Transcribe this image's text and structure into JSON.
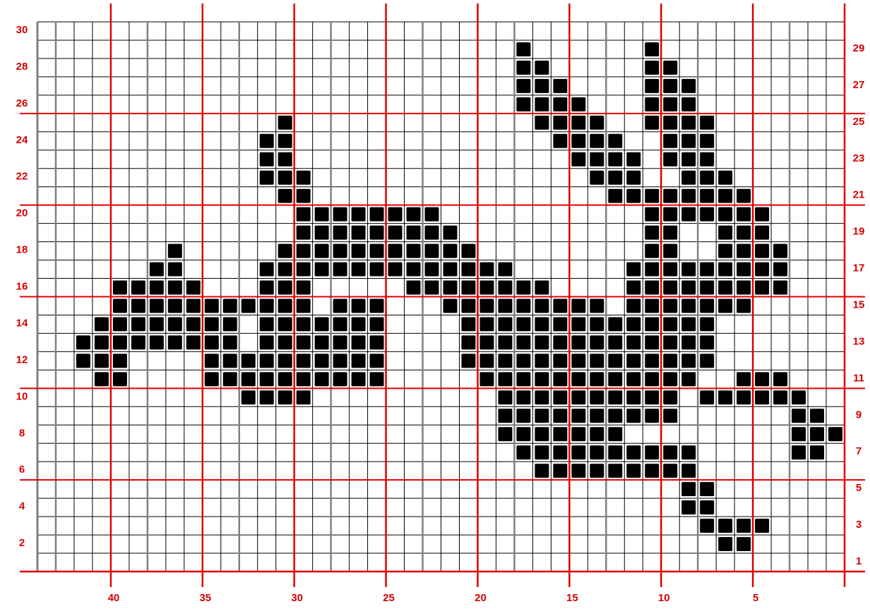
{
  "colors": {
    "grid_fine": "#000000",
    "grid_mid": "#808080",
    "grid_major": "#e00000",
    "label": "#d40000",
    "stitch": "#000000",
    "background": "#ffffff"
  },
  "chart_data": {
    "type": "knitting-chart",
    "columns": 44,
    "rows": 30,
    "col_labels": [
      "40",
      "35",
      "30",
      "25",
      "20",
      "15",
      "10",
      "5"
    ],
    "col_label_values": [
      40,
      35,
      30,
      25,
      20,
      15,
      10,
      5
    ],
    "left_row_labels": [
      "30",
      "28",
      "26",
      "24",
      "22",
      "20",
      "18",
      "16",
      "14",
      "12",
      "10",
      "8",
      "6",
      "4",
      "2"
    ],
    "left_row_label_values": [
      30,
      28,
      26,
      24,
      22,
      20,
      18,
      16,
      14,
      12,
      10,
      8,
      6,
      4,
      2
    ],
    "right_row_labels": [
      "29",
      "27",
      "25",
      "23",
      "21",
      "19",
      "17",
      "15",
      "13",
      "11",
      "9",
      "7",
      "5",
      "3",
      "1"
    ],
    "right_row_label_values": [
      29,
      27,
      25,
      23,
      21,
      19,
      17,
      15,
      13,
      11,
      9,
      7,
      5,
      3,
      1
    ],
    "filled_rows": [
      {
        "row": 29,
        "cols": [
          [
            18,
            18
          ],
          [
            11,
            11
          ]
        ]
      },
      {
        "row": 28,
        "cols": [
          [
            17,
            18
          ],
          [
            10,
            11
          ]
        ]
      },
      {
        "row": 27,
        "cols": [
          [
            16,
            18
          ],
          [
            9,
            11
          ]
        ]
      },
      {
        "row": 26,
        "cols": [
          [
            15,
            18
          ],
          [
            9,
            11
          ]
        ]
      },
      {
        "row": 25,
        "cols": [
          [
            31,
            31
          ],
          [
            14,
            17
          ],
          [
            8,
            11
          ]
        ]
      },
      {
        "row": 24,
        "cols": [
          [
            31,
            32
          ],
          [
            13,
            16
          ],
          [
            8,
            10
          ]
        ]
      },
      {
        "row": 23,
        "cols": [
          [
            31,
            32
          ],
          [
            12,
            15
          ],
          [
            8,
            10
          ]
        ]
      },
      {
        "row": 22,
        "cols": [
          [
            30,
            32
          ],
          [
            12,
            14
          ],
          [
            7,
            9
          ]
        ]
      },
      {
        "row": 21,
        "cols": [
          [
            30,
            31
          ],
          [
            6,
            13
          ]
        ]
      },
      {
        "row": 20,
        "cols": [
          [
            23,
            30
          ],
          [
            5,
            11
          ]
        ]
      },
      {
        "row": 19,
        "cols": [
          [
            22,
            30
          ],
          [
            5,
            7
          ],
          [
            10,
            11
          ]
        ]
      },
      {
        "row": 18,
        "cols": [
          [
            37,
            37
          ],
          [
            21,
            31
          ],
          [
            10,
            11
          ],
          [
            4,
            7
          ]
        ]
      },
      {
        "row": 17,
        "cols": [
          [
            37,
            38
          ],
          [
            19,
            32
          ],
          [
            4,
            12
          ]
        ]
      },
      {
        "row": 16,
        "cols": [
          [
            36,
            40
          ],
          [
            30,
            32
          ],
          [
            17,
            24
          ],
          [
            4,
            12
          ]
        ]
      },
      {
        "row": 15,
        "cols": [
          [
            34,
            40
          ],
          [
            30,
            33
          ],
          [
            26,
            28
          ],
          [
            14,
            22
          ],
          [
            6,
            12
          ]
        ]
      },
      {
        "row": 14,
        "cols": [
          [
            34,
            41
          ],
          [
            26,
            32
          ],
          [
            13,
            21
          ],
          [
            8,
            12
          ]
        ]
      },
      {
        "row": 13,
        "cols": [
          [
            34,
            42
          ],
          [
            26,
            32
          ],
          [
            8,
            21
          ]
        ]
      },
      {
        "row": 12,
        "cols": [
          [
            40,
            42
          ],
          [
            26,
            35
          ],
          [
            8,
            21
          ]
        ]
      },
      {
        "row": 11,
        "cols": [
          [
            40,
            41
          ],
          [
            26,
            35
          ],
          [
            9,
            20
          ],
          [
            4,
            6
          ]
        ]
      },
      {
        "row": 10,
        "cols": [
          [
            30,
            33
          ],
          [
            10,
            19
          ],
          [
            3,
            8
          ]
        ]
      },
      {
        "row": 9,
        "cols": [
          [
            10,
            19
          ],
          [
            2,
            3
          ]
        ]
      },
      {
        "row": 8,
        "cols": [
          [
            13,
            19
          ],
          [
            1,
            3
          ]
        ]
      },
      {
        "row": 7,
        "cols": [
          [
            9,
            18
          ],
          [
            2,
            3
          ]
        ]
      },
      {
        "row": 6,
        "cols": [
          [
            9,
            17
          ]
        ]
      },
      {
        "row": 5,
        "cols": [
          [
            8,
            9
          ]
        ]
      },
      {
        "row": 4,
        "cols": [
          [
            8,
            9
          ]
        ]
      },
      {
        "row": 3,
        "cols": [
          [
            5,
            8
          ]
        ]
      },
      {
        "row": 2,
        "cols": [
          [
            6,
            7
          ]
        ]
      }
    ]
  }
}
